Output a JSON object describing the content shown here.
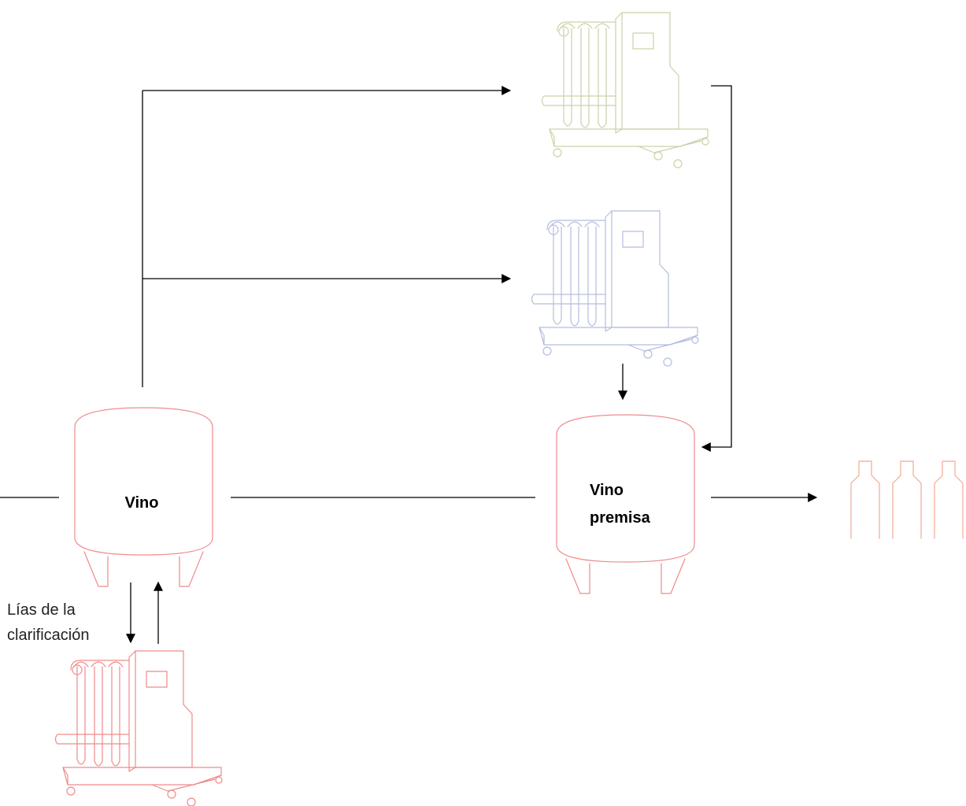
{
  "nodes": {
    "tank_wine": {
      "label": "Vino",
      "color": "#f08a8a"
    },
    "tank_premise": {
      "label_line1": "Vino",
      "label_line2": "premisa",
      "color": "#f08a8a"
    },
    "filter_top": {
      "icon": "filtration-unit-icon",
      "color": "#c9d3a8"
    },
    "filter_middle": {
      "icon": "filtration-unit-icon",
      "color": "#b3bedd"
    },
    "filter_bottom": {
      "icon": "filtration-unit-icon",
      "color": "#f08a8a"
    },
    "bottles": {
      "icon": "bottles-icon",
      "color": "#f2a98f"
    }
  },
  "labels": {
    "lees_line1": "Lías de la",
    "lees_line2": "clarificación"
  }
}
